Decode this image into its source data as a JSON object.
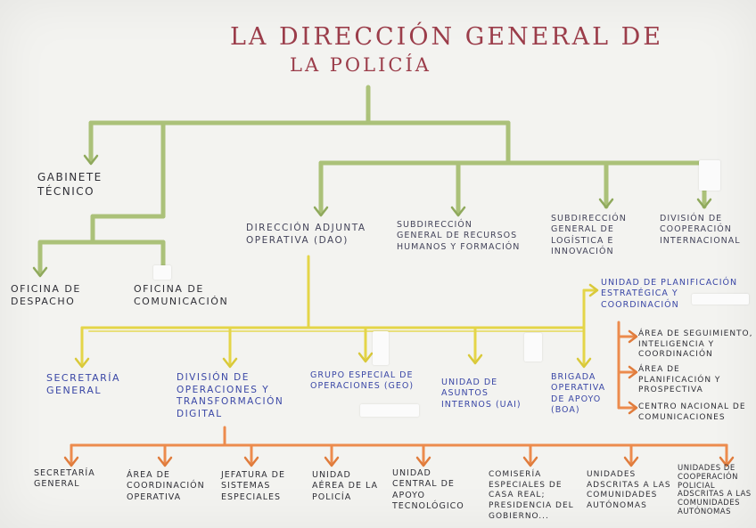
{
  "title": {
    "line1": "La Dirección General de",
    "line2": "la Policía"
  },
  "colors": {
    "green": "#a8bf73",
    "yellow": "#e4d548",
    "orange": "#ec8b4d",
    "blue_text": "#3a47a6",
    "title_text": "#9b3d4a"
  },
  "top_level": {
    "gabinete": "Gabinete Técnico",
    "oficina_despacho": "Oficina de Despacho",
    "oficina_comunicacion": "Oficina de Comunicación",
    "dao": "Dirección Adjunta Operativa (DAO)",
    "subdir_rrhh": "Subdirección General de Recursos Humanos y Formación",
    "subdir_logistica": "Subdirección General de Logística e Innovación",
    "division_cooperacion": "División de Cooperación Internacional"
  },
  "dao_units": {
    "secretaria": "Secretaría General",
    "division_operaciones": "División de Operaciones y Transformación Digital",
    "geo": "Grupo Especial de Operaciones (GEO)",
    "uai": "Unidad de Asuntos Internos (UAI)",
    "boa": "Brigada Operativa de Apoyo (BOA)"
  },
  "planificacion": {
    "unidad": "Unidad de Planificación Estratégica y Coordinación",
    "area_seguimiento": "Área de Seguimiento, Inteligencia y Coordinación",
    "area_planificacion": "Área de Planificación y Prospectiva",
    "centro_comunicaciones": "Centro Nacional de Comunicaciones"
  },
  "operaciones_units": {
    "secretaria": "Secretaría General",
    "coordinacion": "Área de Coordinación Operativa",
    "jefatura": "Jefatura de Sistemas Especiales",
    "aerea": "Unidad Aérea de la Policía",
    "apoyo_tecnologico": "Unidad Central de Apoyo Tecnológico",
    "casa_real": "Comisería Especiales de Casa Real; Presidencia del Gobierno...",
    "comunidades": "Unidades Adscritas a las Comunidades Autónomas",
    "cooperacion_policial": "Unidades de Cooperación Policial Adscritas a las Comunidades Autónomas"
  }
}
